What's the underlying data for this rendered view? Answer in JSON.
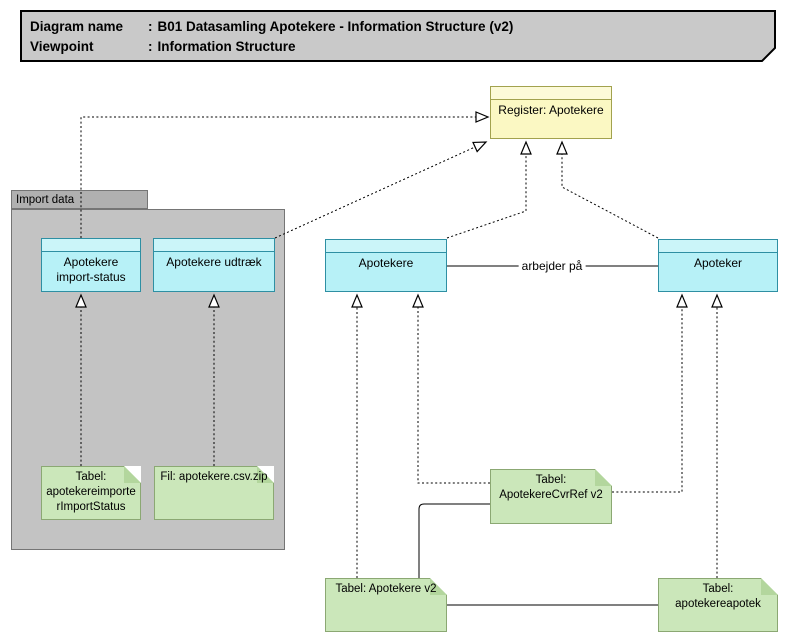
{
  "title_block": {
    "lines": [
      {
        "label": "Diagram name",
        "sep": ":",
        "value": "B01 Datasamling Apotekere - Information Structure (v2)"
      },
      {
        "label": "Viewpoint",
        "sep": ":",
        "value": "Information Structure"
      }
    ]
  },
  "folder": {
    "label": "Import data"
  },
  "elements": {
    "register": {
      "label": "Register: Apotekere",
      "kind": "business-object"
    },
    "apotekere_import_status": {
      "label": "Apotekere import-status",
      "kind": "business-object"
    },
    "apotekere_udtraek": {
      "label": "Apotekere udtræk",
      "kind": "business-object"
    },
    "apotekere": {
      "label": "Apotekere",
      "kind": "business-object"
    },
    "apoteker": {
      "label": "Apoteker",
      "kind": "business-object"
    },
    "note_import_status": {
      "label": "Tabel: apotekereimporterImportStatus",
      "kind": "note"
    },
    "note_fil": {
      "label": "Fil: apotekere.csv.zip",
      "kind": "note"
    },
    "note_cvrref": {
      "label": "Tabel: ApotekereCvrRef v2",
      "kind": "note"
    },
    "note_apotekere_v2": {
      "label": "Tabel: Apotekere v2",
      "kind": "note"
    },
    "note_apotekereapotek": {
      "label": "Tabel: apotekereapotek",
      "kind": "note"
    }
  },
  "relationships": {
    "association": {
      "from": "Apotekere",
      "to": "Apoteker",
      "label": "arbejder på",
      "type": "association"
    },
    "realizations": [
      {
        "from": "Apotekere import-status",
        "to": "Register: Apotekere"
      },
      {
        "from": "Apotekere udtræk",
        "to": "Register: Apotekere"
      },
      {
        "from": "Apotekere",
        "to": "Register: Apotekere"
      },
      {
        "from": "Apoteker",
        "to": "Register: Apotekere"
      },
      {
        "from": "Tabel: apotekereimporterImportStatus",
        "to": "Apotekere import-status"
      },
      {
        "from": "Fil: apotekere.csv.zip",
        "to": "Apotekere udtræk"
      },
      {
        "from": "Tabel: Apotekere v2",
        "to": "Apotekere"
      },
      {
        "from": "Tabel: ApotekereCvrRef v2",
        "to": "Apotekere"
      },
      {
        "from": "Tabel: ApotekereCvrRef v2",
        "to": "Apoteker"
      },
      {
        "from": "Tabel: apotekereapotek",
        "to": "Apoteker"
      }
    ],
    "note_links": [
      {
        "from": "Tabel: ApotekereCvrRef v2",
        "to": "Tabel: Apotekere v2"
      },
      {
        "from": "Tabel: Apotekere v2",
        "to": "Tabel: apotekereapotek"
      }
    ]
  },
  "colors": {
    "title_fill": "#c9c9c9",
    "title_border": "#000000",
    "folder_tab_fill": "#b0b0b0",
    "folder_body_fill": "#c3c3c3",
    "folder_border": "#757575",
    "object_fill": "#b7f1f7",
    "object_border": "#2e8fa3",
    "register_fill": "#fbf8c3",
    "register_border": "#a2a24e",
    "note_fill": "#cbe7ba",
    "note_border": "#8ba873",
    "note_fold_fill": "#b3d69d",
    "connector_color": "#000000"
  }
}
